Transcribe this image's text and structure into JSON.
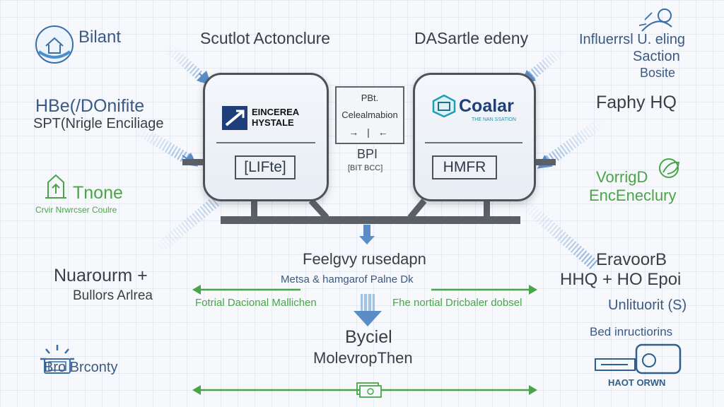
{
  "top": {
    "left_title": "Scutlot Actonclure",
    "right_title": "DASartle edeny"
  },
  "left_labels": {
    "bilant": "Bilant",
    "hbe_title": "HBe(/DOnifite",
    "hbe_sub": "SPT(Nrigle Enciliage",
    "tnone_title": "Tnone",
    "tnone_sub": "Crvir Nrwrcser Coulre",
    "nuar_title": "Nuarourm +",
    "nuar_sub": "Bullors Arlrea",
    "bottom": "Bro Brconty"
  },
  "right_labels": {
    "influ_1": "Influerrsl U. eling",
    "influ_2": "Saction",
    "influ_3": "Bosite",
    "faphy": "Faphy HQ",
    "vorrig_1": "VorrigD",
    "vorrig_2": "EncEneclury",
    "erawoor_1": "EravoorB",
    "erawoor_2": "HHQ + HO Epoi",
    "unlit": "Unlituorit (S)",
    "bed": "Bed inructiorins",
    "haot": "HAOT ORWN"
  },
  "left_panel": {
    "logo_line1": "EINCEREA",
    "logo_line2": "HYSTALE",
    "box_label": "[LIFte]"
  },
  "right_panel": {
    "logo_name": "Coalar",
    "logo_sub": "THE NAN SSATION",
    "box_label": "HMFR"
  },
  "center_box": {
    "line1": "PBt.",
    "line2": "Celealmabion",
    "arrows": "→ | ←"
  },
  "center": {
    "bpi": "BPI",
    "bpi_sub": "[BIT BCC]",
    "feelgvy": "Feelgvy rusedapn",
    "metsa": "Metsa & hamgarof Palne Dk",
    "left_channel": "Fotrial Dacional Mallichen",
    "right_channel": "Fhe nortial Dricbaler dobsel",
    "byciel": "Byciel",
    "molevro": "MolevropThen"
  },
  "colors": {
    "accent_blue": "#3a5a84",
    "accent_green": "#4aa54a",
    "panel_border": "#4c5258",
    "logo_navy": "#1f3f7a"
  },
  "icons": [
    "house-icon",
    "tree-icon",
    "person-icon",
    "lightbulb-icon",
    "bus-icon",
    "money-icon",
    "logo-mark-icon",
    "coalar-logo-icon"
  ]
}
